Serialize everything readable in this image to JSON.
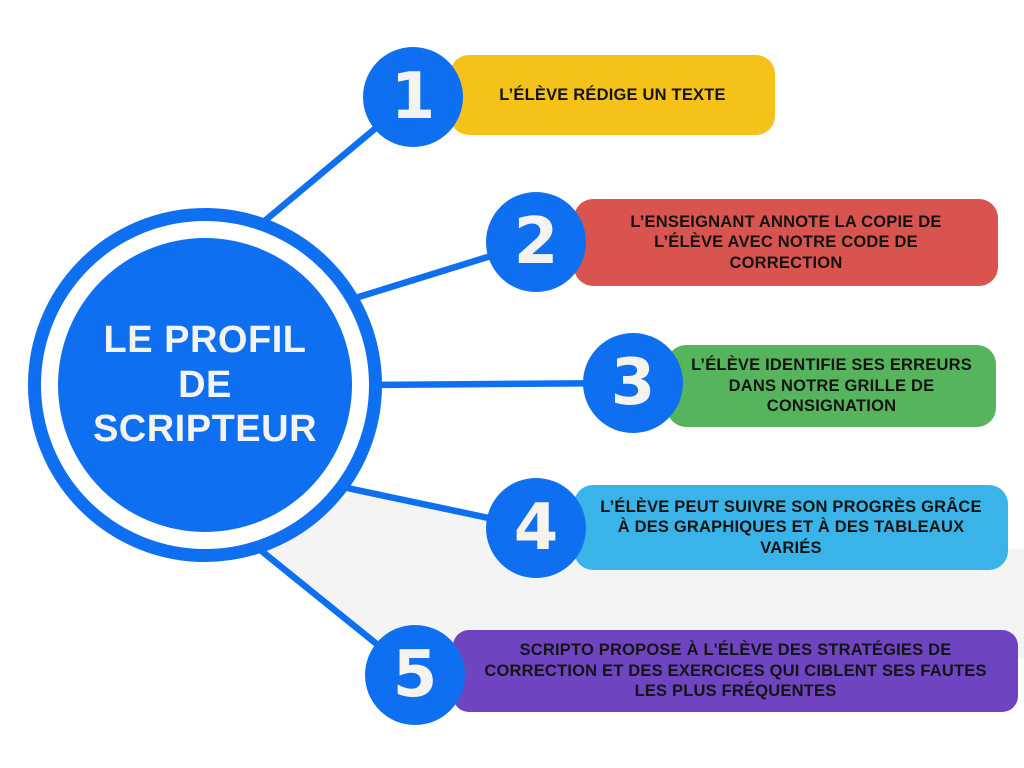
{
  "hub": {
    "line1": "LE PROFIL",
    "line2": "DE",
    "line3": "SCRIPTEUR"
  },
  "steps": [
    {
      "number": "1",
      "label": "L’ÉLÈVE RÉDIGE UN TEXTE",
      "color": "#F5C21A"
    },
    {
      "number": "2",
      "label": "L’ENSEIGNANT ANNOTE LA COPIE DE L’ÉLÈVE AVEC NOTRE CODE DE CORRECTION",
      "color": "#D9534F"
    },
    {
      "number": "3",
      "label": "L’ÉLÈVE IDENTIFIE SES ERREURS DANS NOTRE GRILLE DE CONSIGNATION",
      "color": "#56B55C"
    },
    {
      "number": "4",
      "label": "L’ÉLÈVE PEUT SUIVRE SON PROGRÈS GRÂCE À DES GRAPHIQUES ET À DES TABLEAUX VARIÉS",
      "color": "#3AB3E9"
    },
    {
      "number": "5",
      "label": "SCRIPTO PROPOSE À L'ÉLÈVE DES STRATÉGIES DE CORRECTION ET DES EXERCICES QUI CIBLENT SES FAUTES LES PLUS FRÉQUENTES",
      "color": "#6F44C0"
    }
  ],
  "colors": {
    "primary_blue": "#0E6FF0",
    "wedge_gray": "#F4F4F5",
    "text_dark": "#141414",
    "text_light": "#F4F3F0"
  }
}
